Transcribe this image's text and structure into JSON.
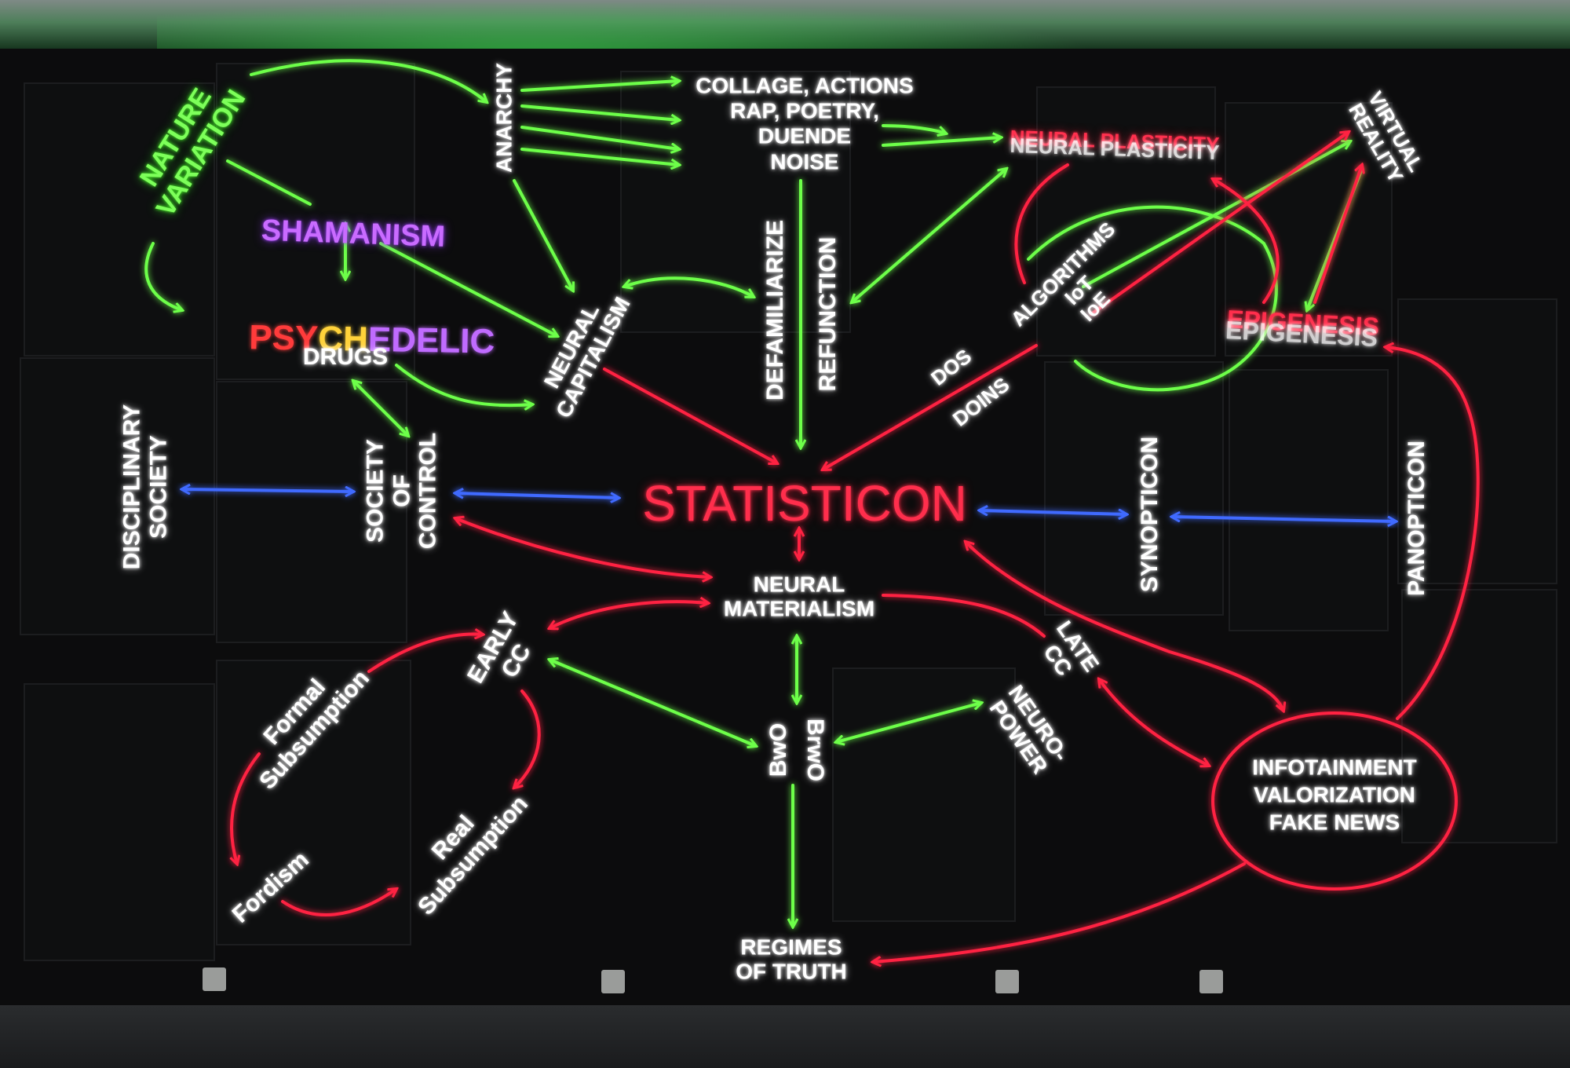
{
  "labels": {
    "nature_variation": "NATURE\nVARIATION",
    "anarchy": "ANARCHY",
    "collage": "COLLAGE, ACTIONS\nRAP, POETRY,\nDUENDE\nNOISE",
    "neural_plasticity_red": "NEURAL PLASTICITY",
    "neural_plasticity_white": "NEURAL PLASTICITY",
    "virtual_reality": "VIRTUAL\nREALITY",
    "shamanism": "SHAMANISM",
    "psy": "PSY",
    "ch": "CH",
    "edelic": "EDELIC",
    "drugs": "DRUGS",
    "neural_capitalism": "NEURAL\nCAPITALISM",
    "defamiliarize": "DEFAMILIARIZE",
    "refunction": "REFUNCTION",
    "algorithms": "ALGORITHMS\nIoT\nIoE",
    "dos": "DOS",
    "doins": "DOINS",
    "epigenesis_red": "EPIGENESIS",
    "epigenesis_white": "EPIGENESIS",
    "disciplinary_society": "DISCIPLINARY\nSOCIETY",
    "society_of_control": "SOCIETY\nOF\nCONTROL",
    "statisticon": "STATISTICON",
    "synopticon": "SYNOPTICON",
    "panopticon": "PANOPTICON",
    "neural_materialism": "NEURAL\nMATERIALISM",
    "early_cc": "EARLY\nCC",
    "late_cc": "LATE\nCC",
    "formal_subsumption": "Formal\nSubsumption",
    "real_subsumption": "Real\nSubsumption",
    "fordism": "Fordism",
    "bwo_left": "BwO",
    "bwo_right": "BrwO",
    "neuro_power": "NEURO-\nPOWER",
    "infotainment": "INFOTAINMENT\nVALORIZATION\nFAKE NEWS",
    "regimes_of_truth": "REGIMES\nOF TRUTH"
  },
  "colors": {
    "green": "#6dff4a",
    "red": "#ff2442",
    "blue": "#3f6bff",
    "white": "#ffffff",
    "purple": "#b45cff",
    "psy": "#ff3b3b",
    "ch": "#ffd23a",
    "edelic": "#c06bff"
  }
}
